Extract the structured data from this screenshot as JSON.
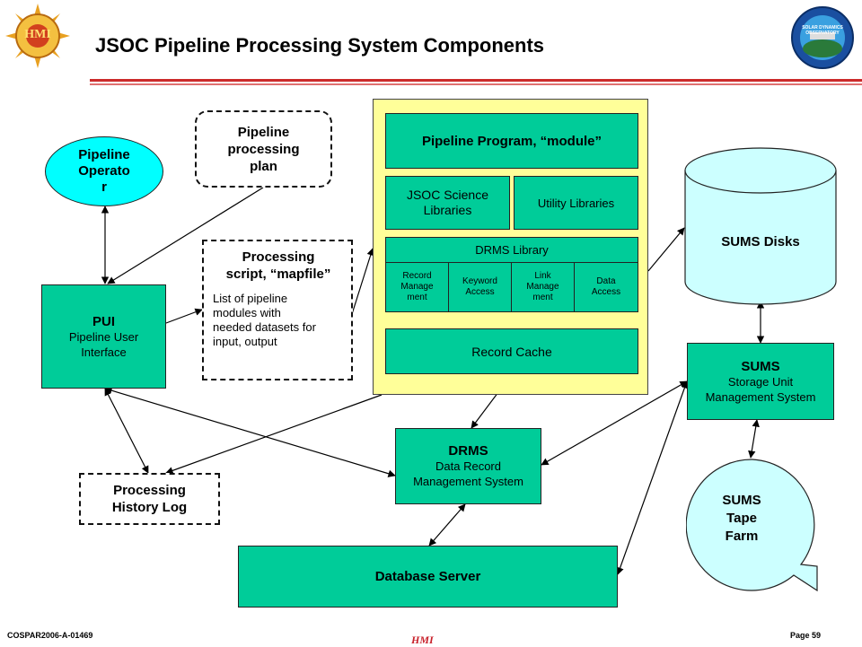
{
  "title": "JSOC Pipeline Processing System Components",
  "logos": {
    "left_text": "HMI",
    "right_text": "SOLAR DYNAMICS OBSERVATORY",
    "colors": {
      "hmi_orange": "#e8a020",
      "sdo_blue": "#1a4fa0"
    }
  },
  "nodes": {
    "pipeline_operator": "Pipeline\nOperato\nr",
    "pipeline_plan": "Pipeline\nprocessing\nplan",
    "processing_script_title": "Processing\nscript, “mapfile”",
    "processing_script_body": "List of pipeline\nmodules with\nneeded datasets for\ninput, output",
    "pui_title": "PUI",
    "pui_sub": "Pipeline User\nInterface",
    "pipeline_program": "Pipeline Program, “module”",
    "jsoc_science": "JSOC Science\nLibraries",
    "utility_libraries": "Utility Libraries",
    "drms_library": "DRMS Library",
    "record_management": "Record\nManage\nment",
    "keyword_access": "Keyword\nAccess",
    "link_management": "Link\nManage\nment",
    "data_access": "Data\nAccess",
    "record_cache": "Record Cache",
    "sums_disks": "SUMS Disks",
    "sums_title": "SUMS",
    "sums_sub": "Storage Unit\nManagement System",
    "drms_title": "DRMS",
    "drms_sub": "Data Record\nManagement System",
    "sums_tape": "SUMS\nTape\nFarm",
    "history_log": "Processing\nHistory Log",
    "database_server": "Database Server"
  },
  "colors": {
    "teal": "#00cc99",
    "cyan": "#00ffff",
    "light_cyan": "#ccffff",
    "yellow": "#ffff99",
    "red_rule": "#cc2a2a"
  },
  "footer": {
    "left": "COSPAR2006-A-01469",
    "right": "Page 59",
    "center": "HMI"
  }
}
